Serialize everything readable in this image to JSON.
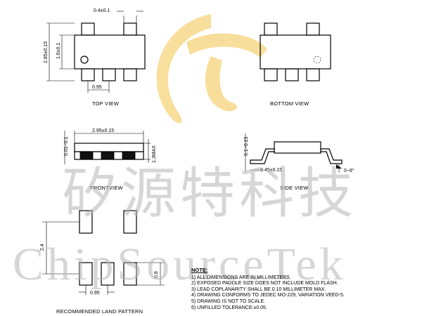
{
  "views": {
    "top": {
      "caption": "TOP VIEW",
      "dim_lead_width": "0.4±0.1",
      "dim_body_height": "1.6±0.1",
      "dim_overall_height": "2.85±0.15",
      "dim_pitch": "0.95"
    },
    "bottom": {
      "caption": "BOTTOM VIEW"
    },
    "front": {
      "caption": "FRONTVIEW",
      "dim_width": "2.95±0.15",
      "dim_standoff": "0.01~0.1",
      "dim_height": "1.3MAX"
    },
    "side": {
      "caption": "SIDE VIEW",
      "dim_lead_thickness": "0.1~0.15",
      "dim_foot": "0.45±0.15",
      "dim_angle": "0~8°"
    },
    "land": {
      "caption": "RECOMMENDED LAND PATTERN",
      "dim_span": "2.4",
      "dim_pad": "0.8",
      "dim_pitch": "0.95"
    }
  },
  "notes": {
    "title": "NOTE:",
    "items": [
      "1) ALL DIMENSIONS ARE IN MILLIMETERS.",
      "2) EXPOSED PADDLE SIZE DOES NOT INCLUDE MOLD FLASH.",
      "3) LEAD COPLANARITY SHALL BE 0.10 MILLIMETER MAX.",
      "4) DRAWING CONFORMS TO JEDEC MO-229, VARIATION VEED-5.",
      "5) DRAWING IS NOT TO SCALE.",
      "6) UNFILLED TOLERANCE:±0.05."
    ]
  },
  "watermark": {
    "cn": "矽源特科技",
    "en": "ChipSourceTek",
    "logo_color": "#f6d47a"
  }
}
